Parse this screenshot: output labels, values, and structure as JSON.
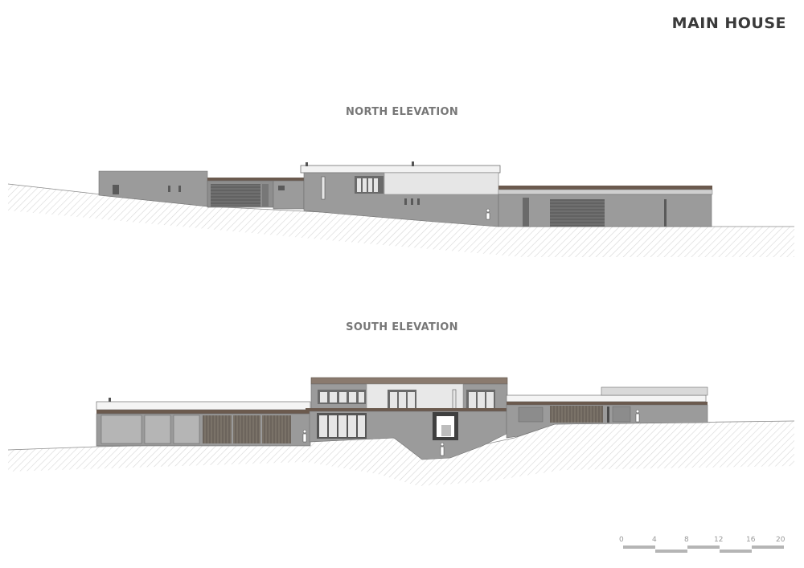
{
  "sheet": {
    "title": "MAIN HOUSE"
  },
  "elevations": {
    "north": {
      "title": "NORTH ELEVATION"
    },
    "south": {
      "title": "SOUTH ELEVATION"
    }
  },
  "scale_bar": {
    "ticks": [
      "0",
      "4",
      "8",
      "12",
      "16",
      "20"
    ]
  },
  "colors": {
    "wall": "#9b9b9b",
    "wall_dark": "#7f7f7f",
    "roof_edge": "#6b5a4e",
    "glazing": "#e8e8e8",
    "hatch": "#d4d4d4",
    "text_title": "#3a3a3a",
    "text_label": "#777777"
  }
}
